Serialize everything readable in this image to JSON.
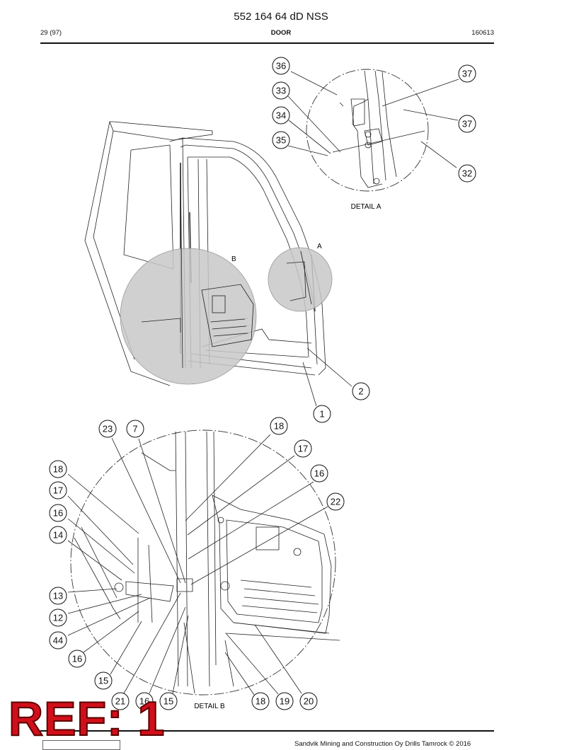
{
  "document": {
    "title": "552 164 64 dD NSS",
    "page": "29 (97)",
    "section": "DOOR",
    "code": "160613",
    "footer": "Sandvik Mining and Construction Oy Drills Tamrock © 2016"
  },
  "views": {
    "detail_a_label": "DETAIL A",
    "detail_b_label": "DETAIL B",
    "circle_a_label": "A",
    "circle_b_label": "B"
  },
  "callouts": {
    "detail_a": [
      "36",
      "33",
      "34",
      "35",
      "37",
      "37",
      "32"
    ],
    "main": [
      "2",
      "1"
    ],
    "detail_b": [
      "23",
      "7",
      "18",
      "17",
      "16",
      "22",
      "18",
      "17",
      "16",
      "14",
      "13",
      "12",
      "44",
      "16",
      "15",
      "21",
      "16",
      "15",
      "18",
      "19",
      "20"
    ]
  },
  "stamp": "REF: 1"
}
